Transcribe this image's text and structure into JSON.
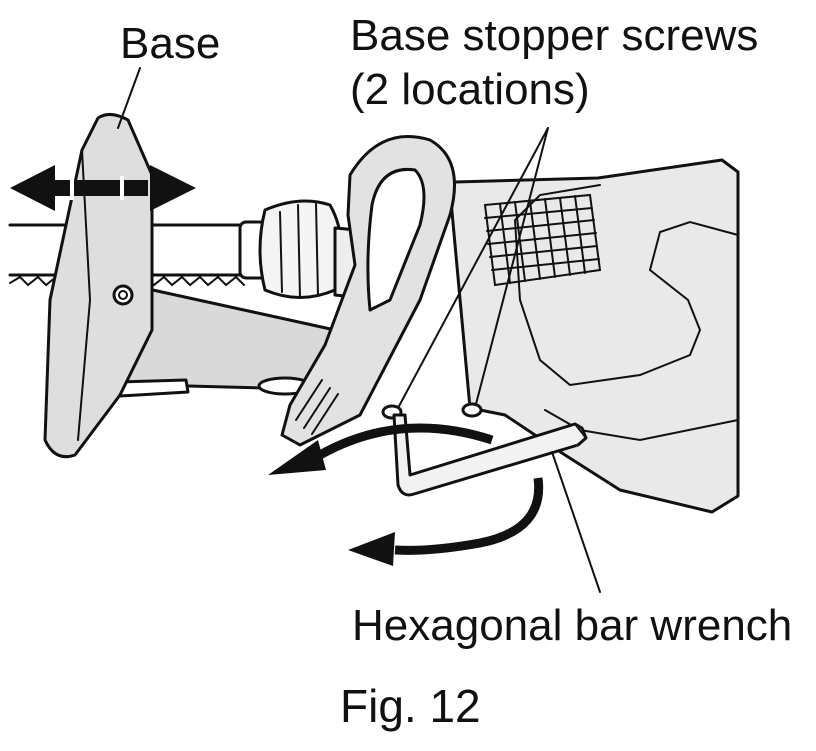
{
  "figure": {
    "labels": {
      "base": "Base",
      "screws_line1": "Base stopper screws",
      "screws_line2": "(2 locations)",
      "wrench": "Hexagonal bar wrench"
    },
    "caption": "Fig. 12"
  },
  "colors": {
    "body_fill": "#e7e7e7",
    "dark_fill": "#bdbdbd",
    "ink": "#111111"
  }
}
